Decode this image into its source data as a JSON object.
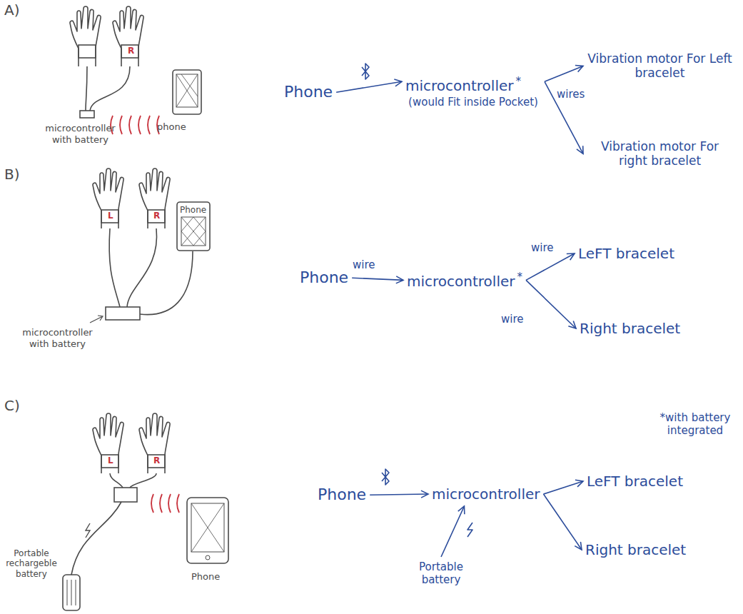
{
  "diagram": {
    "nodes": [
      {
        "text": [
          "Phone"
        ]
      },
      {
        "text": [
          "microcontroller",
          "*",
          "(would Fit inside Pocket)"
        ]
      },
      {
        "text": [
          "Vibration motor For Left bracelet"
        ]
      },
      {
        "text": [
          "Vibration motor For right bracelet"
        ]
      },
      {
        "text": [
          "Phone"
        ]
      },
      {
        "text": [
          "microcontroller",
          "*"
        ]
      },
      {
        "text": [
          "LeFT bracelet"
        ]
      },
      {
        "text": [
          "Right bracelet"
        ]
      },
      {
        "text": [
          "Phone"
        ]
      },
      {
        "text": [
          "microcontroller"
        ]
      },
      {
        "text": [
          "LeFT bracelet"
        ]
      },
      {
        "text": [
          "Right bracelet"
        ]
      },
      {
        "text": [
          "Portable battery"
        ]
      }
    ],
    "edges": [
      {
        "from": 0,
        "to": 1,
        "arrow": "to"
      },
      {
        "from": 1,
        "to": 2,
        "arrow": "to",
        "label": "wires"
      },
      {
        "from": 1,
        "to": 3,
        "arrow": "to"
      },
      {
        "from": 4,
        "to": 5,
        "arrow": "to",
        "label": "wire"
      },
      {
        "from": 5,
        "to": 6,
        "arrow": "to",
        "label": "wire"
      },
      {
        "from": 5,
        "to": 7,
        "arrow": "to",
        "label": "wire"
      },
      {
        "from": 8,
        "to": 9,
        "arrow": "to"
      },
      {
        "from": 9,
        "to": 10,
        "arrow": "to"
      },
      {
        "from": 9,
        "to": 11,
        "arrow": "to"
      },
      {
        "from": 12,
        "to": 9,
        "arrow": "to"
      }
    ],
    "labels": [
      "A)",
      "microcontroller with battery",
      "phone",
      "R",
      "B)",
      "L",
      "R",
      "Phone",
      "microcontroller with battery",
      "C)",
      "L",
      "R",
      "Portable rechargeble battery",
      "Phone",
      "*with battery integrated"
    ]
  }
}
